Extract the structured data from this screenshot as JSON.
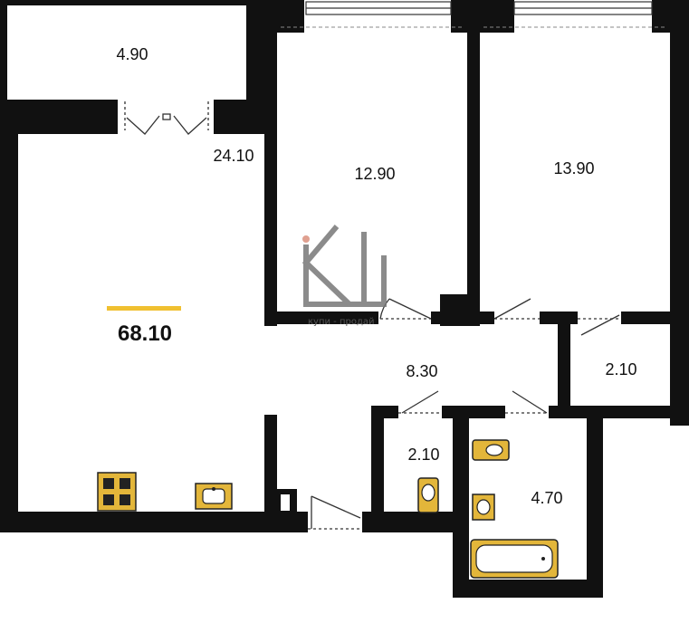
{
  "plan": {
    "total_area": "68.10",
    "rooms": {
      "balcony": "4.90",
      "living": "24.10",
      "bedroom_left": "12.90",
      "bedroom_right": "13.90",
      "hall": "8.30",
      "closet": "2.10",
      "toilet": "2.10",
      "bathroom": "4.70"
    },
    "watermark": "купи - продай"
  },
  "colors": {
    "wall": "#111111",
    "floor": "#ffffff",
    "fixture": "#e3b63a",
    "accent_bar": "#f0c030",
    "door": "#333333"
  },
  "icons": [
    "stove-icon",
    "sink-icon",
    "toilet-icon",
    "bathtub-icon",
    "watermark-logo-icon"
  ]
}
